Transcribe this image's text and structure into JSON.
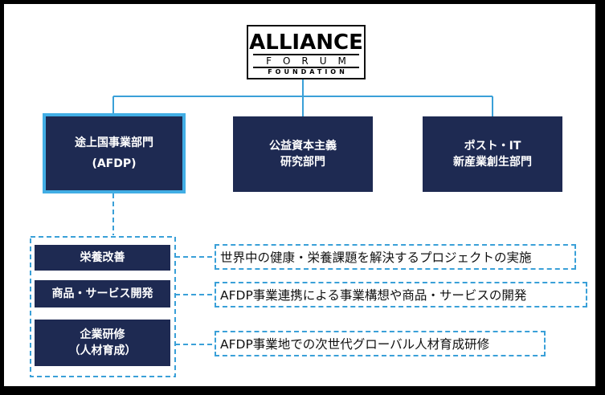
{
  "logo": {
    "line1": "ALLIANCE",
    "line2": "FORUM",
    "line3": "FOUNDATION"
  },
  "departments": [
    {
      "name": "途上国事業部門",
      "sub": "(AFDP)"
    },
    {
      "name": "公益資本主義",
      "sub": "研究部門"
    },
    {
      "name": "ポスト・IT",
      "sub": "新産業創生部門"
    }
  ],
  "activities": [
    {
      "name": "栄養改善",
      "desc": "世界中の健康・栄養課題を解決するプロジェクトの実施"
    },
    {
      "name": "商品・サービス開発",
      "desc": "AFDP事業連携による事業構想や商品・サービスの開発"
    },
    {
      "name": "企業研修",
      "name2": "（人材育成）",
      "desc": "AFDP事業地での次世代グローバル人材育成研修"
    }
  ],
  "colors": {
    "navy": "#1e2a52",
    "line": "#3aa0d8",
    "highlight": "#42aee5"
  }
}
